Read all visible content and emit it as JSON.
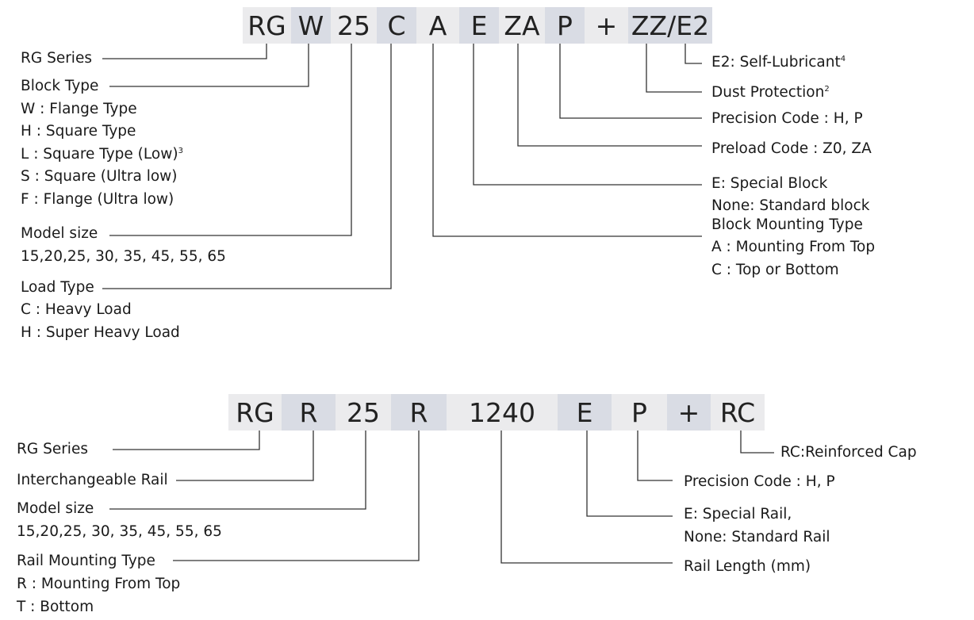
{
  "block_code": {
    "segments": [
      "RG",
      "W",
      "25",
      "C",
      "A",
      "E",
      "ZA",
      "P",
      "+",
      "ZZ/E2"
    ],
    "left_labels": {
      "series": "RG Series",
      "block_type": "Block Type",
      "block_type_options": [
        "W : Flange Type",
        "H : Square Type",
        "L : Square Type (Low)",
        "S : Square (Ultra low)",
        "F : Flange (Ultra low)"
      ],
      "block_type_note": "3",
      "model_size": "Model size",
      "model_size_values": "15,20,25, 30, 35, 45, 55, 65",
      "load_type": "Load Type",
      "load_type_options": [
        "C : Heavy Load",
        "H : Super Heavy Load"
      ]
    },
    "right_labels": {
      "lubricant": "E2: Self-Lubricant",
      "lubricant_note": "4",
      "dust": "Dust Protection",
      "dust_note": "2",
      "precision": "Precision Code : H, P",
      "preload": "Preload Code : Z0, ZA",
      "special": "E: Special Block",
      "special_none": "None: Standard block",
      "mounting": "Block Mounting Type",
      "mounting_options": [
        "A : Mounting From Top",
        "C : Top or Bottom"
      ]
    }
  },
  "rail_code": {
    "segments": [
      "RG",
      "R",
      "25",
      "R",
      "1240",
      "E",
      "P",
      "+",
      "RC"
    ],
    "left_labels": {
      "series": "RG Series",
      "interchangeable": "Interchangeable Rail",
      "model_size": "Model size",
      "model_size_values": "15,20,25, 30, 35, 45, 55, 65",
      "mounting": "Rail Mounting Type",
      "mounting_options": [
        "R : Mounting From Top",
        "T : Bottom"
      ]
    },
    "right_labels": {
      "cap": "RC:Reinforced Cap",
      "precision": "Precision Code :  H, P",
      "special": "E: Special Rail,",
      "special_none": "None: Standard Rail",
      "length": "Rail Length (mm)"
    }
  },
  "colors": {
    "segment_light": "#ebebed",
    "segment_dark": "#d9dce4",
    "line": "#333333"
  }
}
